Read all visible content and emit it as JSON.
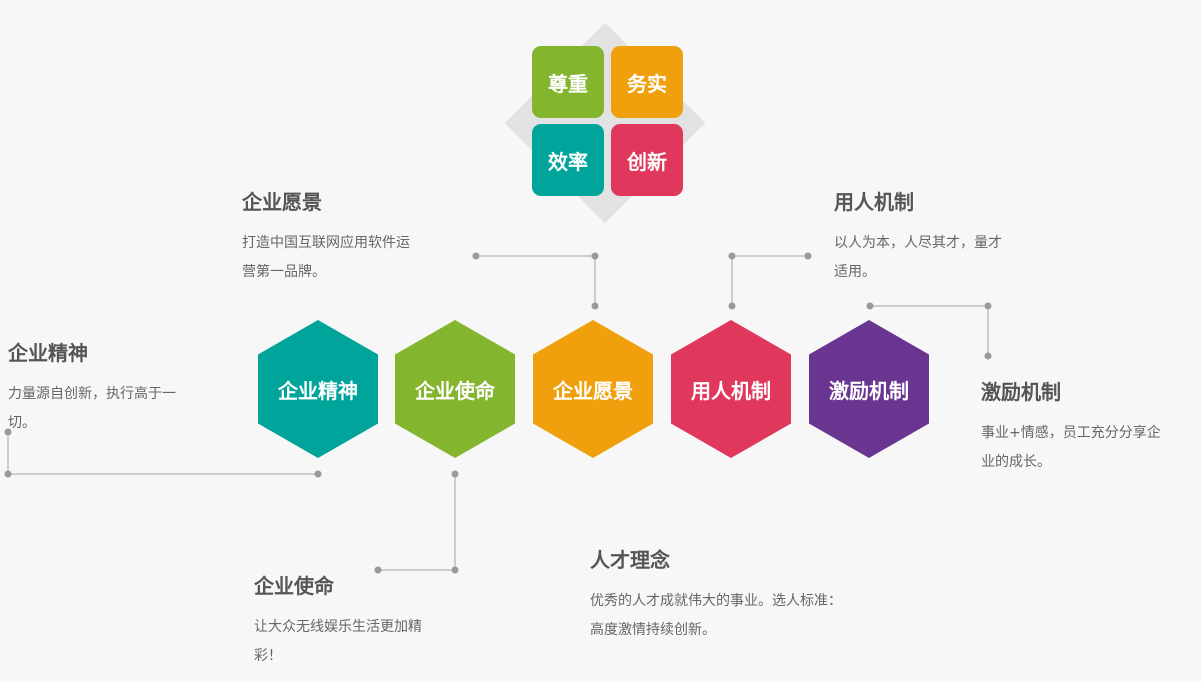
{
  "values": {
    "respect": "尊重",
    "pragmatic": "务实",
    "efficiency": "效率",
    "innovation": "创新",
    "colors": {
      "green": "#84b52e",
      "orange": "#f0a00c",
      "teal": "#00a49a",
      "red": "#e0375c",
      "purple": "#6a3590"
    }
  },
  "hexagons": [
    {
      "label": "企业精神",
      "color": "#00a49a"
    },
    {
      "label": "企业使命",
      "color": "#84b52e"
    },
    {
      "label": "企业愿景",
      "color": "#f0a00c"
    },
    {
      "label": "用人机制",
      "color": "#e0375c"
    },
    {
      "label": "激励机制",
      "color": "#6a3590"
    }
  ],
  "blocks": {
    "spirit": {
      "title": "企业精神",
      "line1": "力量源自创新，执行高于一",
      "line2": "切。"
    },
    "vision": {
      "title": "企业愿景",
      "line1": "打造中国互联网应用软件运",
      "line2": "营第一品牌。"
    },
    "mission": {
      "title": "企业使命",
      "line1": "让大众无线娱乐生活更加精",
      "line2": "彩！"
    },
    "talent": {
      "title": "人才理念",
      "line1": "优秀的人才成就伟大的事业。选人标准：",
      "line2": "高度激情持续创新。"
    },
    "hiring": {
      "title": "用人机制",
      "line1": "以人为本，人尽其才，量才",
      "line2": "适用。"
    },
    "incentive": {
      "title": "激励机制",
      "line1": "事业+情感，员工充分分享企",
      "line2": "业的成长。"
    }
  }
}
